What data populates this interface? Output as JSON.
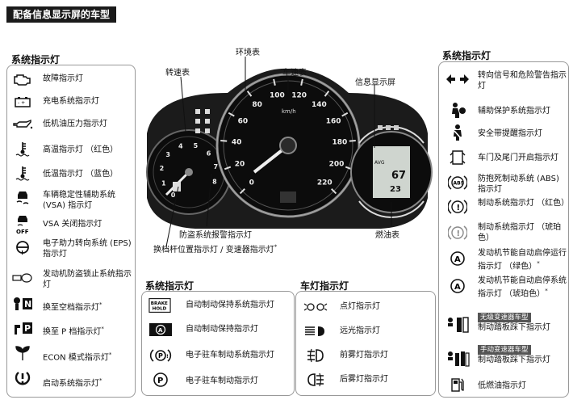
{
  "header": {
    "title": "配备信息显示屏的车型"
  },
  "left_panel": {
    "title": "系统指示灯",
    "items": [
      {
        "icon": "engine-check-icon",
        "label": "故障指示灯"
      },
      {
        "icon": "battery-icon",
        "label": "充电系统指示灯"
      },
      {
        "icon": "oil-can-icon",
        "label": "低机油压力指示灯"
      },
      {
        "icon": "temp-high-icon",
        "label": "高温指示灯 （红色）"
      },
      {
        "icon": "temp-low-icon",
        "label": "低温指示灯 （蓝色）"
      },
      {
        "icon": "vsa-icon",
        "label": "车辆稳定性辅助系统 (VSA) 指示灯"
      },
      {
        "icon": "vsa-off-icon",
        "label": "VSA 关闭指示灯"
      },
      {
        "icon": "eps-icon",
        "label": "电子助力转向系统 (EPS) 指示灯"
      },
      {
        "icon": "immobilizer-icon",
        "label": "发动机防盗锁止系统指示灯"
      },
      {
        "icon": "shift-to-neutral-icon",
        "label": "换至空档指示灯"
      },
      {
        "icon": "shift-to-park-icon",
        "label": "换至 P 档指示灯"
      },
      {
        "icon": "econ-icon",
        "label": "ECON 模式指示灯"
      },
      {
        "icon": "start-system-icon",
        "label": "启动系统指示灯"
      }
    ],
    "marks": [
      "*",
      "*",
      "*",
      "*"
    ]
  },
  "gauges": {
    "tach_label": "转速表",
    "ambient_label": "环境表",
    "speedo_label": "车速表",
    "info_label": "信息显示屏",
    "fuel_label": "燃油表",
    "security_label": "防盗系统报警指示灯",
    "shift_label": "换档杆位置指示灯 / 变速器指示灯",
    "shift_mark": "*",
    "speed_ticks": [
      "0",
      "20",
      "40",
      "60",
      "80",
      "100",
      "120",
      "140",
      "160",
      "180",
      "200",
      "220"
    ],
    "speed_unit": "km/h",
    "tach_ticks": [
      "0",
      "1",
      "2",
      "3",
      "4",
      "5",
      "6",
      "7",
      "8"
    ],
    "display_avg": "AVG",
    "display_value": "67",
    "display_odo": "23"
  },
  "middle_panel": {
    "title": "系统指示灯",
    "items": [
      {
        "icon": "brake-hold-icon",
        "icon_text": "BRAKE HOLD",
        "label": "自动制动保持系统指示灯"
      },
      {
        "icon": "auto-hold-icon",
        "label": "自动制动保持指示灯"
      },
      {
        "icon": "epb-system-icon",
        "label": "电子驻车制动系统指示灯"
      },
      {
        "icon": "parking-brake-icon",
        "label": "电子驻车制动指示灯"
      }
    ]
  },
  "light_panel": {
    "title": "车灯指示灯",
    "items": [
      {
        "icon": "parking-light-icon",
        "label": "点灯指示灯"
      },
      {
        "icon": "high-beam-icon",
        "label": "远光指示灯"
      },
      {
        "icon": "front-fog-icon",
        "label": "前雾灯指示灯"
      },
      {
        "icon": "rear-fog-icon",
        "label": "后雾灯指示灯"
      }
    ]
  },
  "right_panel": {
    "title": "系统指示灯",
    "items": [
      {
        "icon": "turn-signal-icon",
        "label": "转向信号和危险警告指示灯"
      },
      {
        "icon": "airbag-icon",
        "label": "辅助保护系统指示灯"
      },
      {
        "icon": "seatbelt-icon",
        "label": "安全带提醒指示灯"
      },
      {
        "icon": "door-open-icon",
        "label": "车门及尾门开启指示灯"
      },
      {
        "icon": "abs-icon",
        "label": "防抱死制动系统 (ABS) 指示灯"
      },
      {
        "icon": "brake-red-icon",
        "label": "制动系统指示灯 （红色）"
      },
      {
        "icon": "brake-amber-icon",
        "label": "制动系统指示灯 （琥珀色）"
      },
      {
        "icon": "auto-idle-green-icon",
        "label": "发动机节能自动启停运行指示灯 （绿色）"
      },
      {
        "icon": "auto-idle-amber-icon",
        "label": "发动机节能自动启停系统指示灯 （琥珀色）"
      },
      {
        "icon": "cvt-pedal-icon",
        "tag": "无级变速器车型",
        "label": "制动踏板踩下指示灯"
      },
      {
        "icon": "mt-pedal-icon",
        "tag": "手动变速器车型",
        "label": "制动踏板踩下指示灯"
      },
      {
        "icon": "low-fuel-icon",
        "label": "低燃油指示灯"
      }
    ],
    "marks": [
      "*",
      "*"
    ]
  }
}
